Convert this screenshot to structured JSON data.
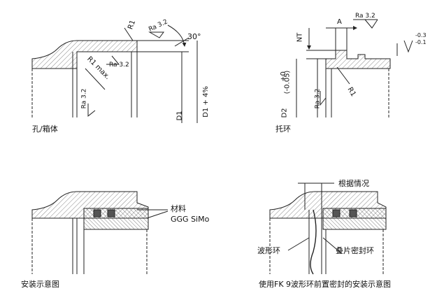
{
  "captions": {
    "bore_housing": "孔/箱体",
    "support_ring": "托环",
    "install_diagram": "安装示意图",
    "fk9_install_diagram": "使用FK 9波形环前置密封的安装示意图"
  },
  "bore_housing": {
    "r1": "R1",
    "angle": "30°",
    "r1max": "R1 max.",
    "ra_a": "Ra 3.2",
    "ra_b": "Ra 3.2",
    "ra_c": "Ra 3.2",
    "d1": "D1",
    "d1_tol": "D1 + 4%"
  },
  "support_ring": {
    "a": "A",
    "ra_top": "Ra 3.2",
    "nt": "NT",
    "tol_plus": "+0",
    "tol_minus": "(-0.05)",
    "ra_side": "Ra 3.2",
    "r1": "R1",
    "d2": "D2",
    "flat_upper": "-0.3",
    "flat_lower": "-0.1"
  },
  "install": {
    "material_line1": "材料",
    "material_line2": "GGG SiMo"
  },
  "fk9": {
    "depends": "根据情况",
    "wave_ring": "波形环",
    "lamella_ring": "叠片密封环"
  }
}
